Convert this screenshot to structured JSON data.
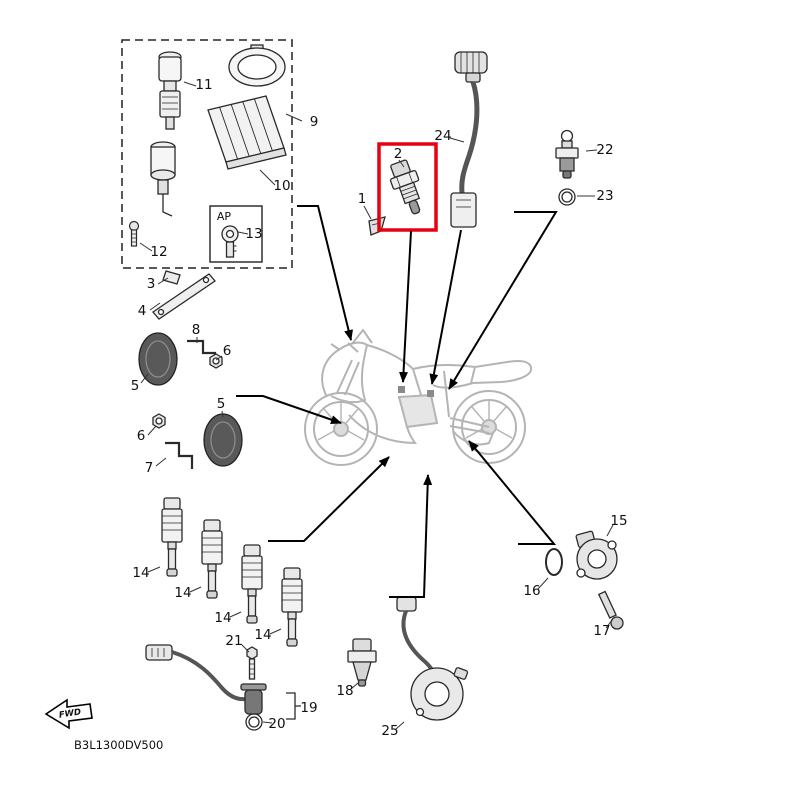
{
  "diagram": {
    "code": "B3L1300DV500",
    "fwd_label": "FWD",
    "ap_label": "AP",
    "highlight_color": "#e60012",
    "callouts": {
      "n1": "1",
      "n2": "2",
      "n3": "3",
      "n4": "4",
      "n5": "5",
      "n6": "6",
      "n7": "7",
      "n8": "8",
      "n9": "9",
      "n10": "10",
      "n11": "11",
      "n12": "12",
      "n13": "13",
      "n14": "14",
      "n15": "15",
      "n16": "16",
      "n17": "17",
      "n18": "18",
      "n19": "19",
      "n20": "20",
      "n21": "21",
      "n22": "22",
      "n23": "23",
      "n24": "24",
      "n25": "25"
    }
  }
}
